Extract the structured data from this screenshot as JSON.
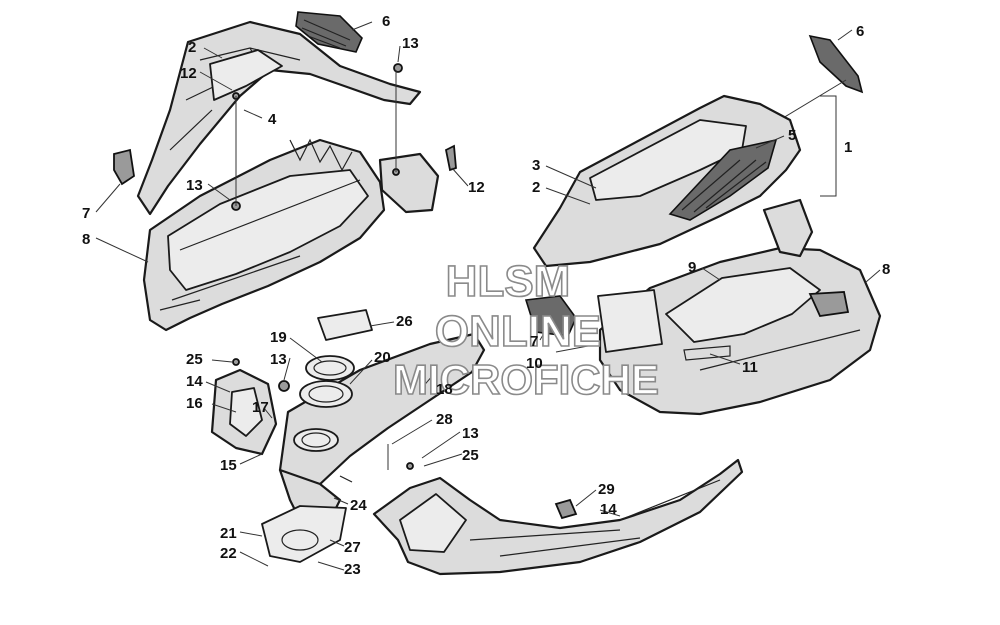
{
  "watermark": {
    "line1": "HLSM",
    "line2": "ONLINE",
    "line3": "MICROFICHE"
  },
  "callouts": [
    {
      "id": "c-6a",
      "text": "6"
    },
    {
      "id": "c-13a",
      "text": "13"
    },
    {
      "id": "c-2a",
      "text": "2"
    },
    {
      "id": "c-12a",
      "text": "12"
    },
    {
      "id": "c-4",
      "text": "4"
    },
    {
      "id": "c-13b",
      "text": "13"
    },
    {
      "id": "c-12b",
      "text": "12"
    },
    {
      "id": "c-7a",
      "text": "7"
    },
    {
      "id": "c-8a",
      "text": "8"
    },
    {
      "id": "c-6b",
      "text": "6"
    },
    {
      "id": "c-1",
      "text": "1"
    },
    {
      "id": "c-5",
      "text": "5"
    },
    {
      "id": "c-3",
      "text": "3"
    },
    {
      "id": "c-2b",
      "text": "2"
    },
    {
      "id": "c-9",
      "text": "9"
    },
    {
      "id": "c-8b",
      "text": "8"
    },
    {
      "id": "c-7b",
      "text": "7"
    },
    {
      "id": "c-10",
      "text": "10"
    },
    {
      "id": "c-11",
      "text": "11"
    },
    {
      "id": "c-26",
      "text": "26"
    },
    {
      "id": "c-19",
      "text": "19"
    },
    {
      "id": "c-20",
      "text": "20"
    },
    {
      "id": "c-25a",
      "text": "25"
    },
    {
      "id": "c-13c",
      "text": "13"
    },
    {
      "id": "c-18",
      "text": "18"
    },
    {
      "id": "c-14a",
      "text": "14"
    },
    {
      "id": "c-16",
      "text": "16"
    },
    {
      "id": "c-17",
      "text": "17"
    },
    {
      "id": "c-28",
      "text": "28"
    },
    {
      "id": "c-13d",
      "text": "13"
    },
    {
      "id": "c-25b",
      "text": "25"
    },
    {
      "id": "c-15",
      "text": "15"
    },
    {
      "id": "c-24",
      "text": "24"
    },
    {
      "id": "c-29",
      "text": "29"
    },
    {
      "id": "c-14b",
      "text": "14"
    },
    {
      "id": "c-21",
      "text": "21"
    },
    {
      "id": "c-22",
      "text": "22"
    },
    {
      "id": "c-27",
      "text": "27"
    },
    {
      "id": "c-23",
      "text": "23"
    }
  ]
}
